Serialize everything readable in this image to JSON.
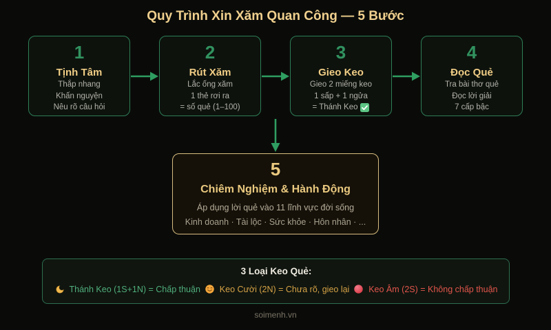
{
  "page": {
    "title": "Quy Trình Xin Xăm Quan Công — 5 Bước",
    "footer": "soimenh.vn"
  },
  "steps": [
    {
      "number": "1",
      "title": "Tịnh Tâm",
      "lines": [
        "Thắp nhang",
        "Khấn nguyện",
        "Nêu rõ câu hỏi"
      ]
    },
    {
      "number": "2",
      "title": "Rút Xăm",
      "lines": [
        "Lắc ống xăm",
        "1 thẻ rơi ra",
        "= số quẻ (1–100)"
      ]
    },
    {
      "number": "3",
      "title": "Gieo Keo",
      "lines": [
        "Gieo 2 miếng keo",
        "1 sấp + 1 ngửa",
        "= Thánh Keo"
      ],
      "check_icon": "green-checkmark"
    },
    {
      "number": "4",
      "title": "Đọc Quẻ",
      "lines": [
        "Tra bài thơ quẻ",
        "Đọc lời giải",
        "7 cấp bậc"
      ]
    }
  ],
  "step5": {
    "number": "5",
    "title": "Chiêm Nghiệm & Hành Động",
    "lines": [
      "Áp dụng lời quẻ vào 11 lĩnh vực đời sống",
      "Kinh doanh · Tài lộc · Sức khỏe · Hôn nhân · ..."
    ]
  },
  "legend": {
    "title": "3 Loại Keo Quẻ:",
    "items": [
      {
        "icon": "crescent-moon",
        "text": "Thánh Keo (1S+1N) = Chấp thuận",
        "color": "#4fae7c"
      },
      {
        "icon": "smiling-face",
        "text": "Keo Cười (2N) = Chưa rõ, gieo lại",
        "color": "#d5a246"
      },
      {
        "icon": "red-circle",
        "text": "Keo Âm (2S) = Không chấp thuận",
        "color": "#e2564c"
      }
    ]
  },
  "colors": {
    "background": "#0a0b09",
    "gold_accent": "#f0d08e",
    "green_accent": "#2f9e61",
    "step_border": "#2e7e56",
    "step5_border": "#d9bd80",
    "legend_border": "#2d6e50"
  }
}
